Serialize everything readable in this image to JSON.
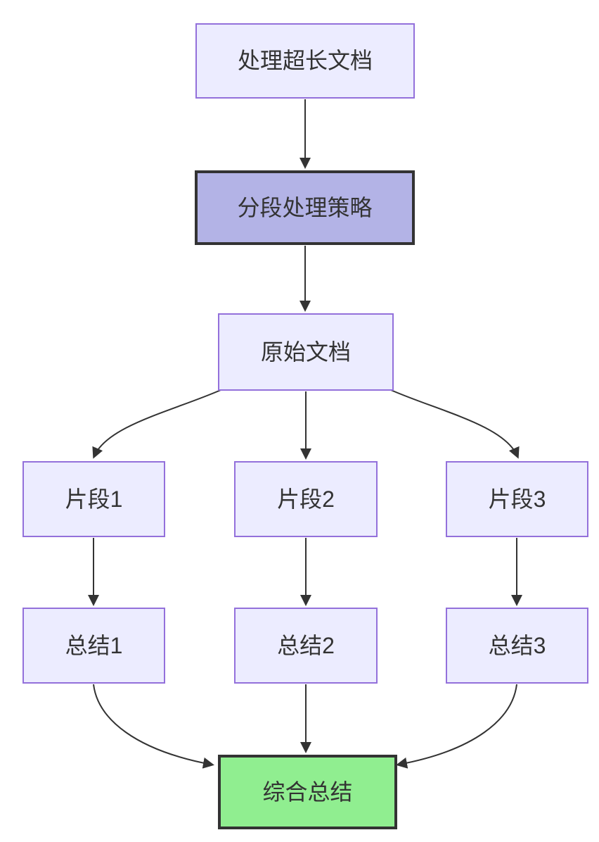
{
  "diagram": {
    "type": "flowchart",
    "direction": "top-down",
    "background_color": "#ffffff",
    "edge_color": "#333333"
  },
  "nodes": [
    {
      "id": "A",
      "label": "处理超长文档",
      "style": "default"
    },
    {
      "id": "B",
      "label": "分段处理策略",
      "style": "highlight"
    },
    {
      "id": "C",
      "label": "原始文档",
      "style": "default"
    },
    {
      "id": "D",
      "label": "片段1",
      "style": "default"
    },
    {
      "id": "E",
      "label": "片段2",
      "style": "default"
    },
    {
      "id": "F",
      "label": "片段3",
      "style": "default"
    },
    {
      "id": "G",
      "label": "总结1",
      "style": "default"
    },
    {
      "id": "H",
      "label": "总结2",
      "style": "default"
    },
    {
      "id": "I",
      "label": "总结3",
      "style": "default"
    },
    {
      "id": "J",
      "label": "综合总结",
      "style": "success"
    }
  ],
  "edges": [
    {
      "from": "A",
      "to": "B"
    },
    {
      "from": "B",
      "to": "C"
    },
    {
      "from": "C",
      "to": "D"
    },
    {
      "from": "C",
      "to": "E"
    },
    {
      "from": "C",
      "to": "F"
    },
    {
      "from": "D",
      "to": "G"
    },
    {
      "from": "E",
      "to": "H"
    },
    {
      "from": "F",
      "to": "I"
    },
    {
      "from": "G",
      "to": "J"
    },
    {
      "from": "H",
      "to": "J"
    },
    {
      "from": "I",
      "to": "J"
    }
  ],
  "node_styles": {
    "default": {
      "fill": "#ECECFF",
      "stroke": "#9370DB",
      "stroke_width": "2px",
      "text_color": "#333333"
    },
    "highlight": {
      "fill": "#B3B3E6",
      "stroke": "#333333",
      "stroke_width": "4px",
      "text_color": "#333333"
    },
    "success": {
      "fill": "#90EE90",
      "stroke": "#333333",
      "stroke_width": "4px",
      "text_color": "#333333"
    }
  }
}
